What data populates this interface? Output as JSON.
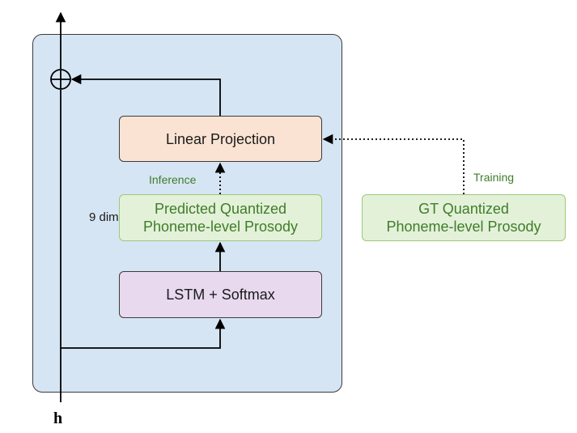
{
  "diagram": {
    "linear_projection": "Linear Projection",
    "predicted_prosody": {
      "line1": "Predicted Quantized",
      "line2": "Phoneme-level Prosody"
    },
    "gt_prosody": {
      "line1": "GT Quantized",
      "line2": "Phoneme-level Prosody"
    },
    "lstm_softmax": "LSTM + Softmax",
    "inference_label": "Inference",
    "training_label": "Training",
    "dim_label": "9 dim",
    "input_label": "h"
  },
  "colors": {
    "container_bg": "#d6e5f4",
    "linear_bg": "#fae3d3",
    "prosody_bg": "#e3f1d9",
    "prosody_border": "#9cc97a",
    "lstm_bg": "#e8d9ef",
    "green_text": "#3f7d28"
  }
}
